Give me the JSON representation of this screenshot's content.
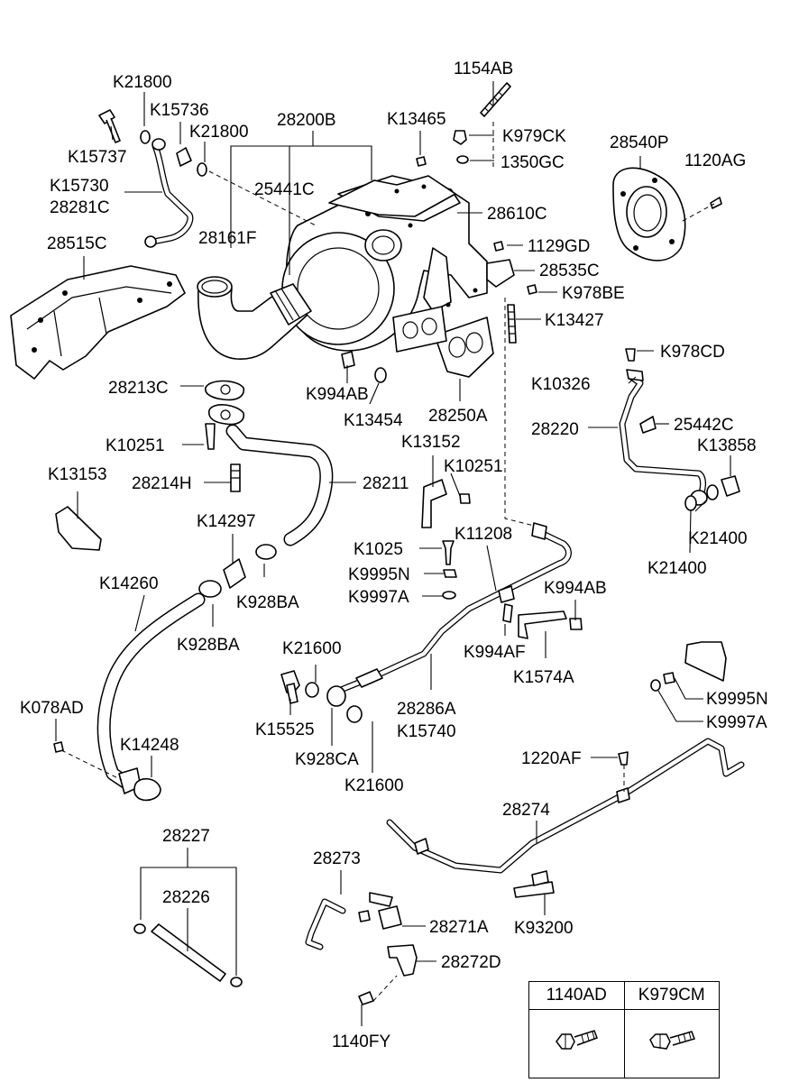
{
  "labels": {
    "l1154AB": "1154AB",
    "lK21800a": "K21800",
    "lK15736": "K15736",
    "lK21800b": "K21800",
    "l28200B": "28200B",
    "lK13465": "K13465",
    "lK979CK": "K979CK",
    "l1350GC": "1350GC",
    "l28540P": "28540P",
    "l1120AG": "1120AG",
    "lK15737": "K15737",
    "lK15730": "K15730",
    "l28281C": "28281C",
    "l25441C": "25441C",
    "l28610C": "28610C",
    "l28515C": "28515C",
    "l28161F": "28161F",
    "l1129GD": "1129GD",
    "l28535C": "28535C",
    "lK978BE": "K978BE",
    "lK13427": "K13427",
    "lK978CD": "K978CD",
    "l28213C": "28213C",
    "lK994ABa": "K994AB",
    "lK10326": "K10326",
    "lK13454": "K13454",
    "l28250A": "28250A",
    "l28220": "28220",
    "l25442C": "25442C",
    "lK13152": "K13152",
    "lK13858": "K13858",
    "lK10251a": "K10251",
    "lK10251b": "K10251",
    "lK13153": "K13153",
    "l28214H": "28214H",
    "l28211": "28211",
    "lK14297": "K14297",
    "lK11208": "K11208",
    "lK21400a": "K21400",
    "lK1025": "K1025",
    "lK21400b": "K21400",
    "lK14260": "K14260",
    "lK9995Na": "K9995N",
    "lK994ABb": "K994AB",
    "lK928BAa": "K928BA",
    "lK9997Aa": "K9997A",
    "lK928BAb": "K928BA",
    "lK994AF": "K994AF",
    "lK21600a": "K21600",
    "lK1574A": "K1574A",
    "lK078AD": "K078AD",
    "l28286A": "28286A",
    "lK9995Nb": "K9995N",
    "lK15525": "K15525",
    "lK15740": "K15740",
    "lK9997Ab": "K9997A",
    "lK14248": "K14248",
    "lK928CA": "K928CA",
    "l1220AF": "1220AF",
    "lK21600b": "K21600",
    "l28274": "28274",
    "l28227": "28227",
    "l28273": "28273",
    "l28226": "28226",
    "l28271A": "28271A",
    "lK93200": "K93200",
    "l28272D": "28272D",
    "l1140FY": "1140FY"
  },
  "legend": {
    "col1": "1140AD",
    "col2": "K979CM"
  }
}
